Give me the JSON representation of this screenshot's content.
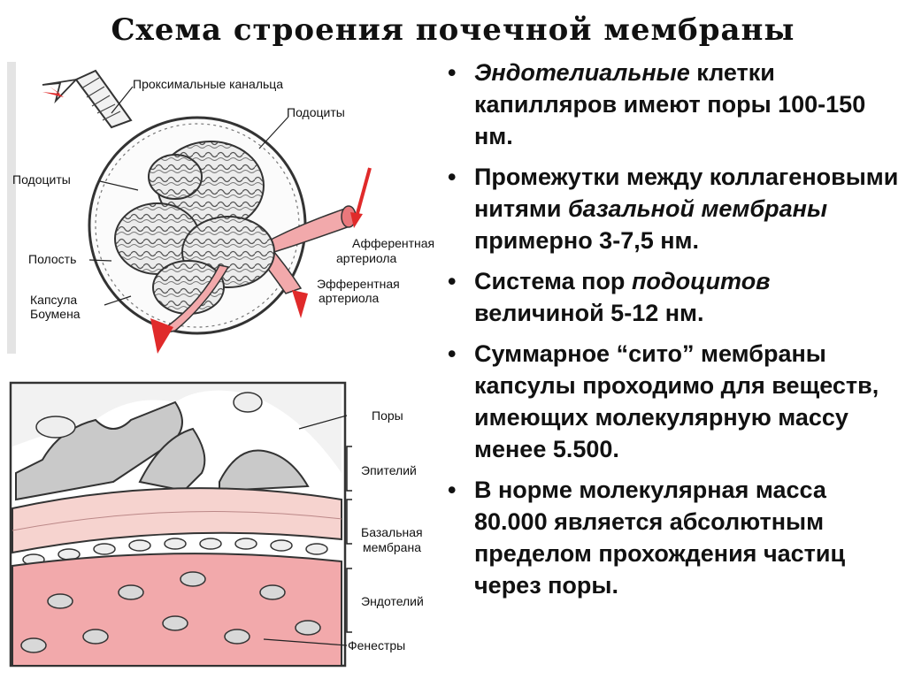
{
  "title": "Схема строения почечной мембраны",
  "diagram_top": {
    "labels": {
      "proximal": "Проксимальные канальца",
      "podocytes_right": "Подоциты",
      "podocytes_left": "Подоциты",
      "cavity": "Полость",
      "capsule_line1": "Капсула",
      "capsule_line2": "Боумена",
      "afferent_line1": "Афферентная",
      "afferent_line2": "артериола",
      "efferent_line1": "Эфферентная",
      "efferent_line2": "артериола"
    }
  },
  "diagram_bottom": {
    "labels": {
      "pores": "Поры",
      "epithelium": "Эпителий",
      "basal_line1": "Базальная",
      "basal_line2": "мембрана",
      "endothelium": "Эндотелий",
      "fenestrae": "Фенестры"
    }
  },
  "colors": {
    "pink": "#f2a9ab",
    "pink_light": "#f9d3d2",
    "pink_deep": "#e9787c",
    "arrow_red": "#e02a2a",
    "gray": "#c9c9c9"
  },
  "bullets": [
    {
      "em": "Эндотелиальные",
      "text": " клетки капилляров имеют поры 100-150 нм."
    },
    {
      "pre": "Промежутки между коллагеновыми нитями ",
      "em": "базальной мембраны",
      "post": " примерно 3-7,5 нм."
    },
    {
      "pre": "Система пор ",
      "em": "подоцитов",
      "post": " величиной 5-12 нм."
    },
    {
      "text": "Суммарное “сито” мембраны капсулы проходимо для веществ, имеющих молекулярную массу менее 5.500."
    },
    {
      "text": "В норме молекулярная масса 80.000 является абсолютным пределом прохождения частиц через поры."
    }
  ]
}
